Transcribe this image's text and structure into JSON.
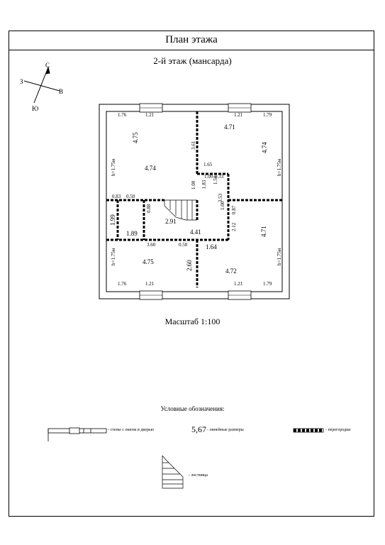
{
  "header": {
    "title": "План этажа"
  },
  "plan": {
    "floor_label": "2-й этаж (мансарда)",
    "scale_label": "Масштаб 1:100"
  },
  "compass": {
    "north": "С",
    "west": "З",
    "east": "В",
    "south": "Ю"
  },
  "dimensions": {
    "top_left_a": "1.76",
    "top_left_b": "1.21",
    "top_right_a": "1.21",
    "top_right_b": "1.79",
    "bot_left_a": "1.76",
    "bot_left_b": "1.21",
    "bot_right_a": "1.21",
    "bot_right_b": "1.79",
    "room1_w": "4.74",
    "room1_h": "4.75",
    "room1_hgt": "h=1.75м",
    "room2_w": "4.71",
    "room2_h": "4.74",
    "room2_hgt": "h=1.75м",
    "wall_361": "3.61",
    "d_165": "1.65",
    "d_100": "1.00",
    "d_033": "0.33",
    "d_150": "1.50",
    "d_353": "3.53",
    "d_183": "1.83",
    "d_100b": "1.00",
    "d_083": "0.83",
    "d_050": "0.50",
    "d_199": "1.99",
    "d_189": "1.89",
    "d_088": "0.88",
    "d_291": "2.91",
    "d_441": "4.41",
    "d_087": "0.87",
    "d_212": "2.12",
    "d_471r": "4.71",
    "d_360": "3.60",
    "d_050b": "0.50",
    "d_164": "1.64",
    "room3_w": "4.75",
    "room3_hgt": "h=1.75м",
    "d_260": "2.60",
    "room4_w": "4.72",
    "room4_hgt": "h=1.75м",
    "d_100c": "1.00"
  },
  "legend": {
    "title": "Условные обозначения:",
    "wall_label": "- стены с окном и дверью",
    "dim_value": "5,67",
    "dim_label": "- линейные размеры",
    "partition_label": "- перегородки",
    "stairs_label": "- лестница"
  }
}
